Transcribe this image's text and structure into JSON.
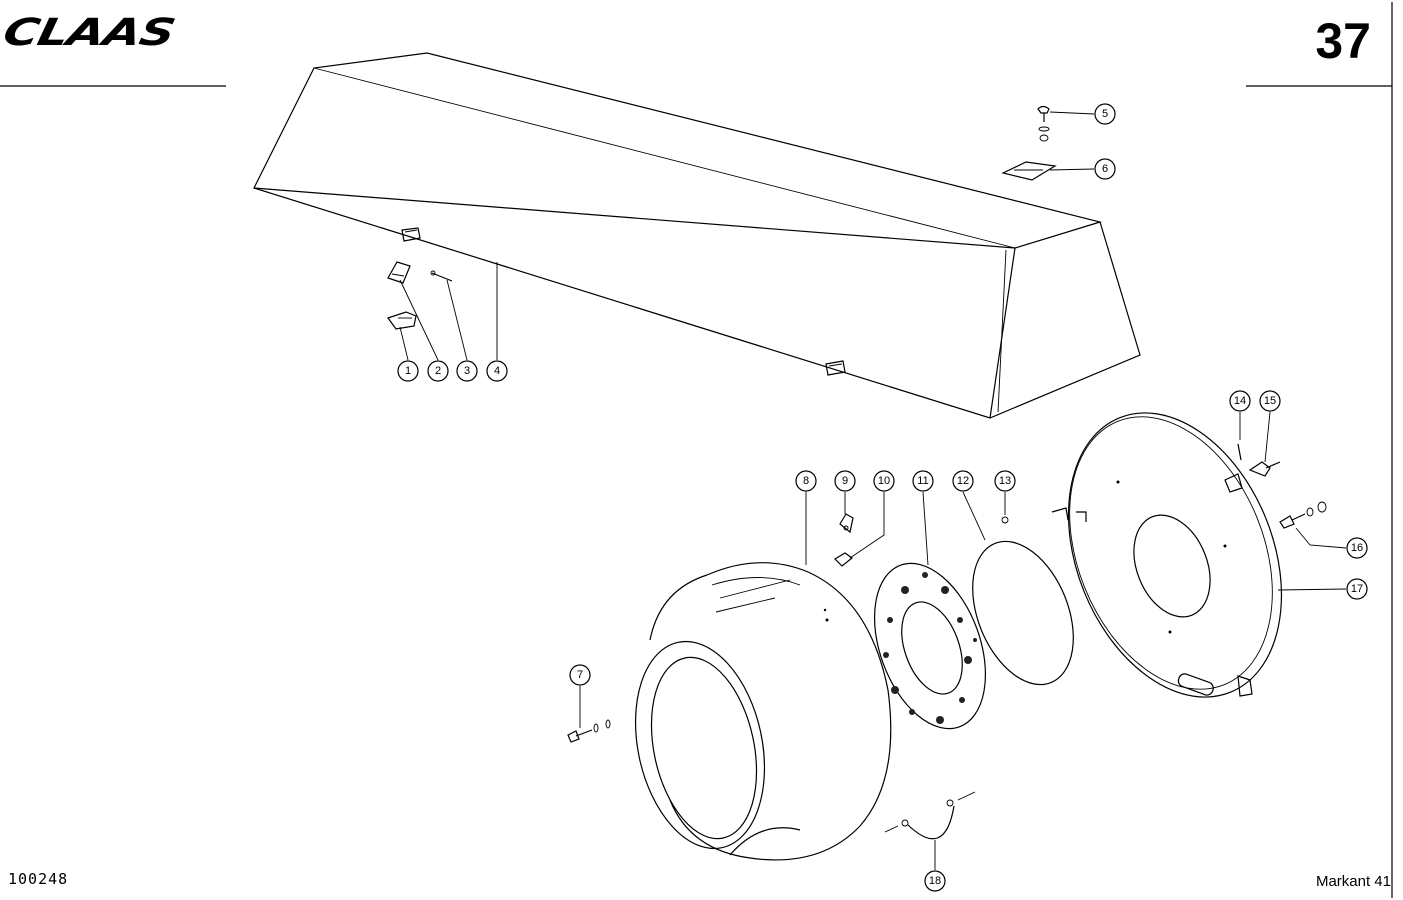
{
  "header": {
    "brand": "CLAAS",
    "page_number": "37"
  },
  "footer": {
    "drawing_number": "100248",
    "model": "Markant 41"
  },
  "callouts": [
    "1",
    "2",
    "3",
    "4",
    "5",
    "6",
    "7",
    "8",
    "9",
    "10",
    "11",
    "12",
    "13",
    "14",
    "15",
    "16",
    "17",
    "18"
  ]
}
